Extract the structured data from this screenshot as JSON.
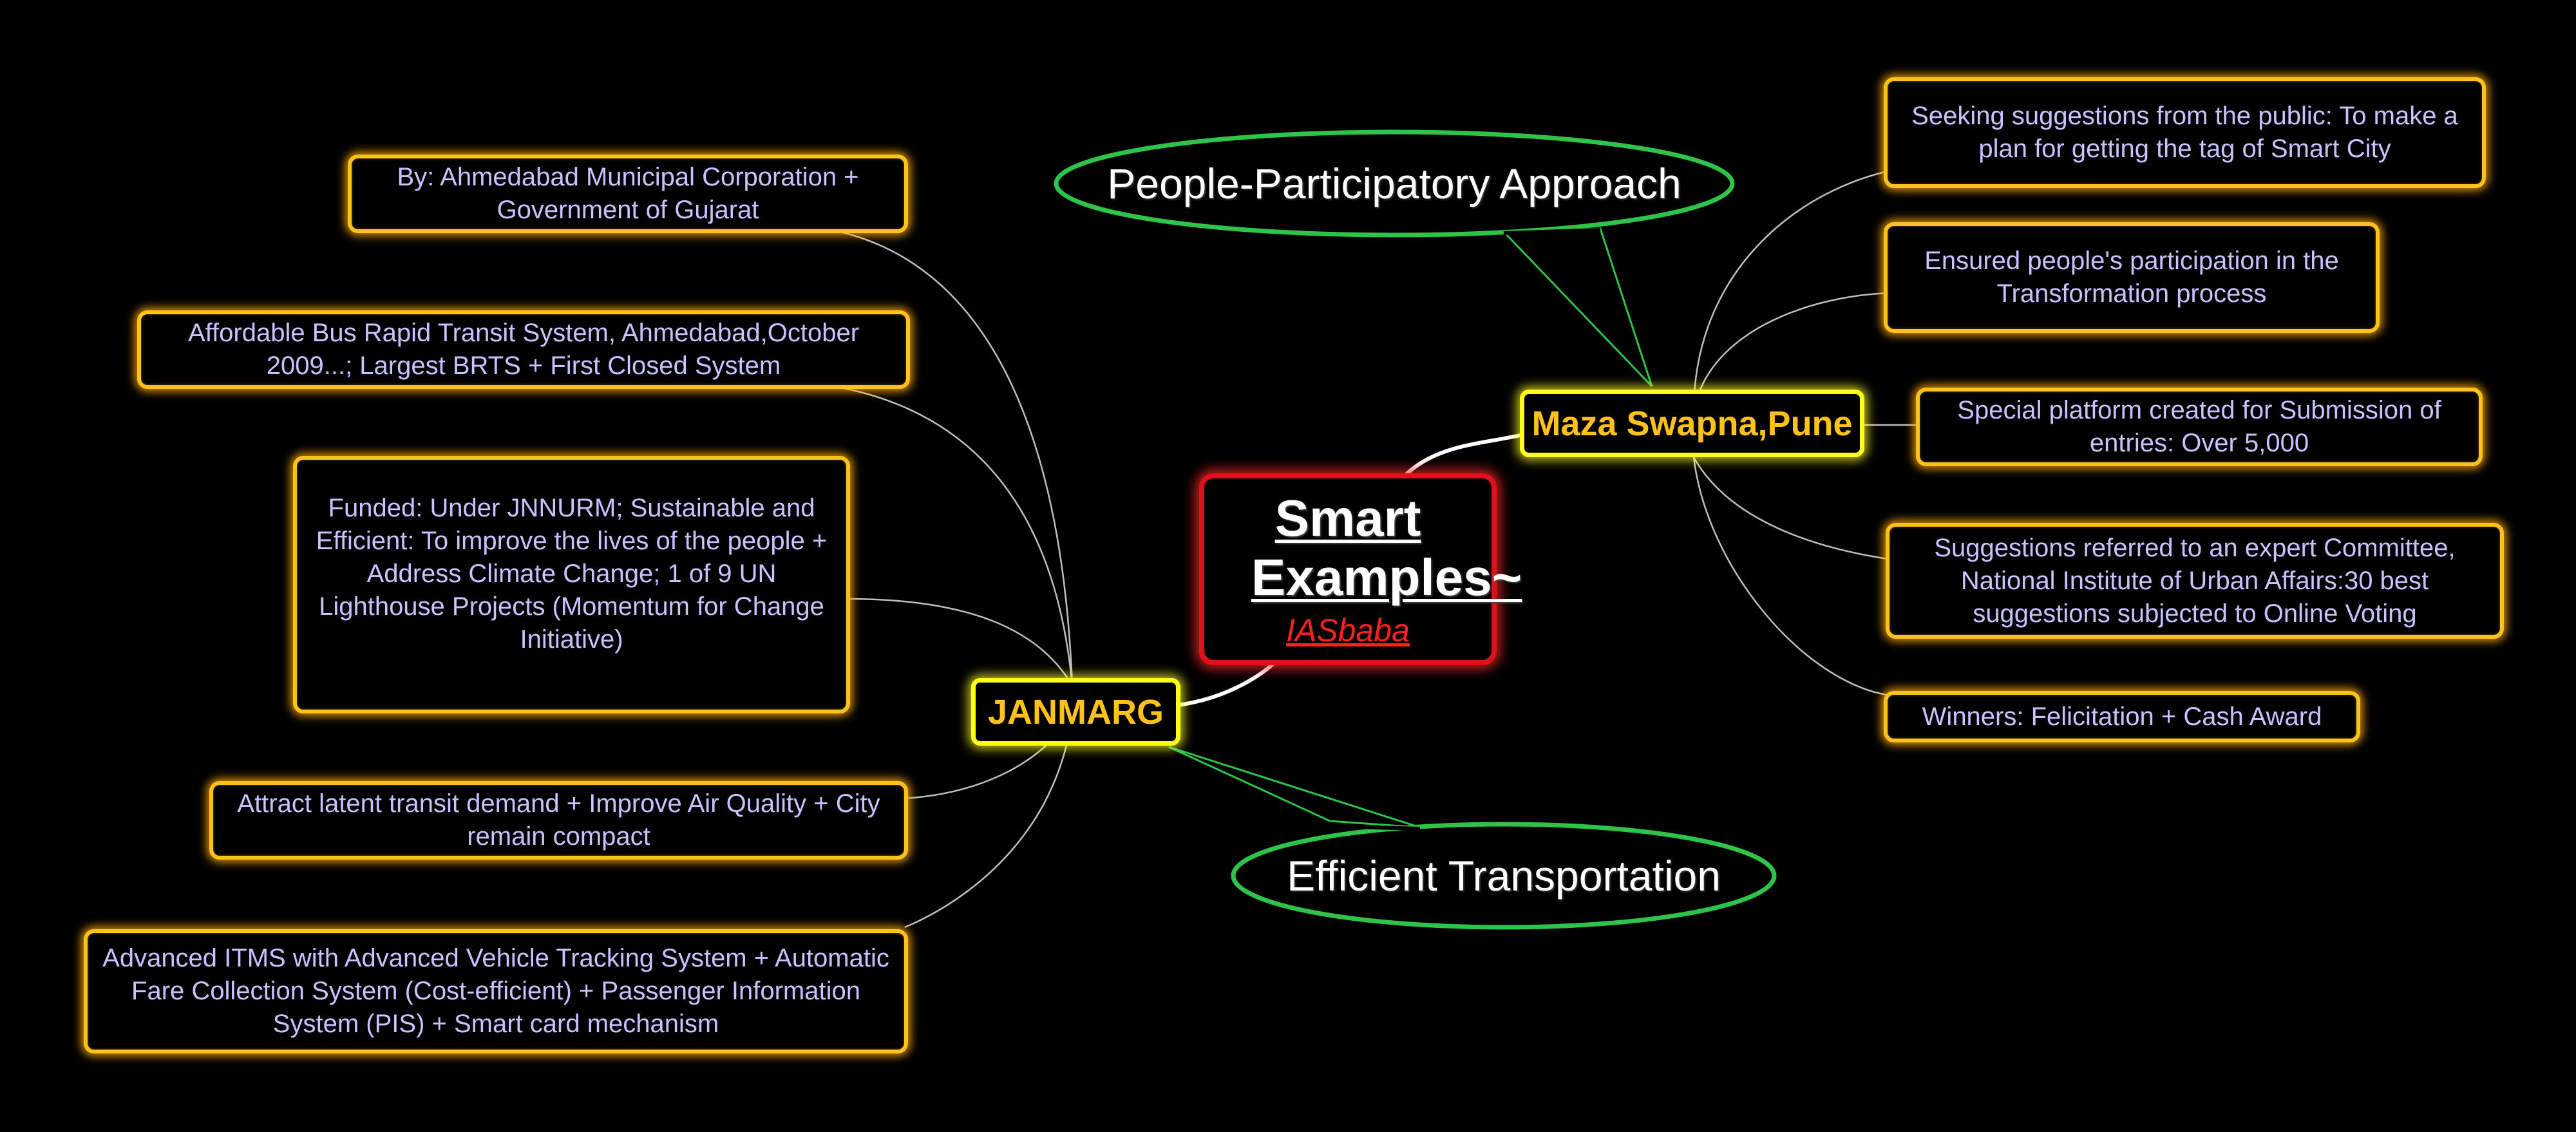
{
  "colors": {
    "background": "#000000",
    "leaf_border": "#ffc21a",
    "leaf_text": "#c8c3ff",
    "hub_border": "#ffff1a",
    "hub_text": "#ffc21a",
    "central_border": "#e0101a",
    "central_title": "#ffffff",
    "central_subtitle": "#ff2020",
    "callout_border": "#2ec44a",
    "link": "#bfbfbf"
  },
  "central": {
    "title": "Smart Examples~",
    "subtitle": "IASbaba"
  },
  "hubs": {
    "janmarg": "JANMARG",
    "maza": "Maza Swapna,Pune"
  },
  "callouts": {
    "people": "People-Participatory Approach",
    "transport": "Efficient Transportation"
  },
  "janmarg_leaves": [
    "By: Ahmedabad Municipal Corporation + Government of Gujarat",
    "Affordable Bus Rapid Transit System, Ahmedabad,October 2009...; Largest BRTS + First Closed System",
    "Funded: Under JNNURM; Sustainable and Efficient: To improve the lives of the people + Address Climate Change; 1 of 9 UN Lighthouse Projects (Momentum for Change Initiative)",
    "Attract latent transit demand + Improve Air Quality + City remain compact",
    "Advanced ITMS with Advanced Vehicle Tracking System + Automatic Fare Collection System (Cost-efficient) + Passenger Information System (PIS) + Smart card mechanism"
  ],
  "maza_leaves": [
    "Seeking suggestions from the public: To make a plan for getting the tag of Smart City",
    "Ensured people's participation in the Transformation process",
    "Special platform created for Submission of entries: Over 5,000",
    "Suggestions referred to an expert Committee, National Institute of Urban Affairs:30 best suggestions subjected to Online Voting",
    "Winners: Felicitation + Cash Award"
  ]
}
